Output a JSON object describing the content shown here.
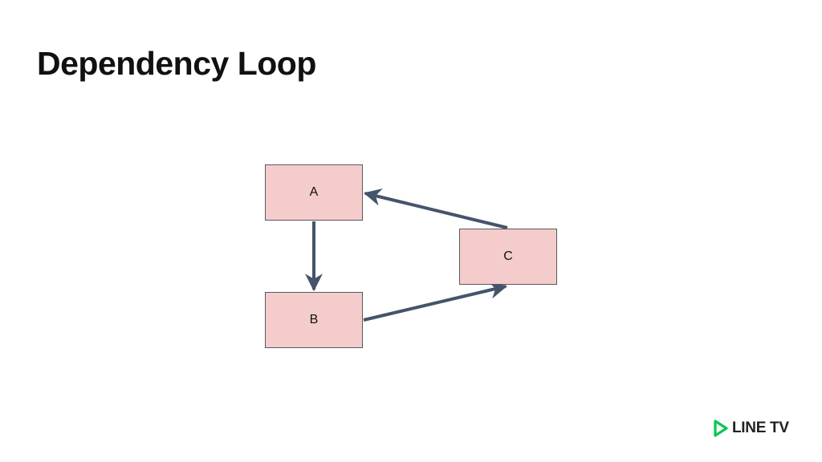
{
  "slide": {
    "title": "Dependency Loop"
  },
  "diagram": {
    "nodes": [
      {
        "id": "A",
        "label": "A"
      },
      {
        "id": "B",
        "label": "B"
      },
      {
        "id": "C",
        "label": "C"
      }
    ],
    "edges": [
      {
        "from": "A",
        "to": "B"
      },
      {
        "from": "B",
        "to": "C"
      },
      {
        "from": "C",
        "to": "A"
      }
    ],
    "colors": {
      "node_fill": "#f4cccc",
      "node_border": "#595959",
      "arrow": "#44546a"
    }
  },
  "logo": {
    "text": "LINE TV",
    "icon": "play-triangle-icon",
    "color": "#06c755"
  }
}
